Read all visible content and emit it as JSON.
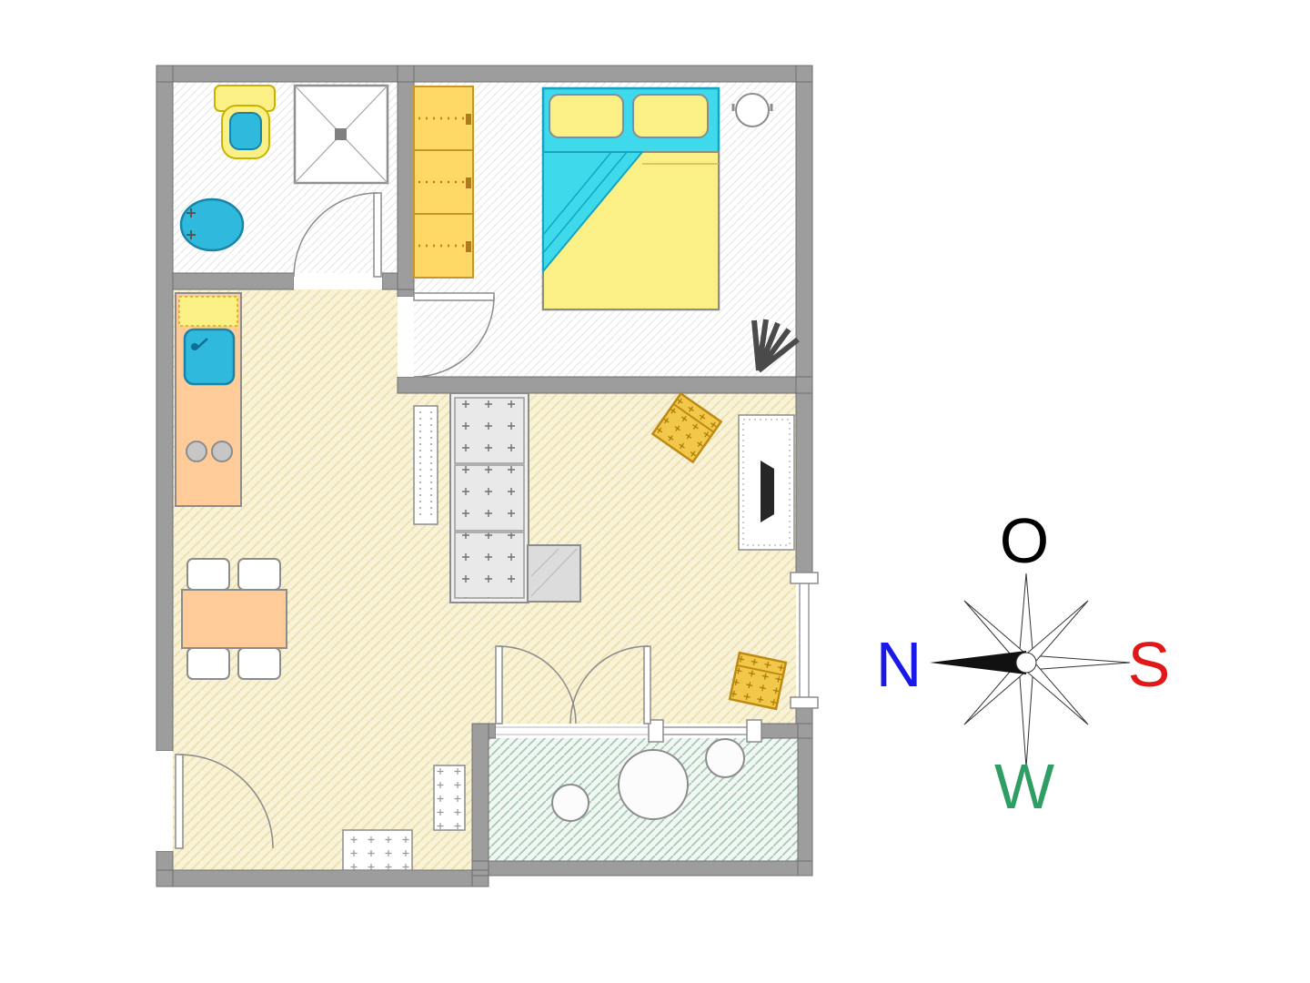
{
  "compass": {
    "top": {
      "label": "O",
      "color": "#000000"
    },
    "left": {
      "label": "N",
      "color": "#1A1AE8"
    },
    "right": {
      "label": "S",
      "color": "#E21717"
    },
    "bottom": {
      "label": "W",
      "color": "#2F9E64"
    }
  },
  "palette": {
    "wall": "#9D9D9D",
    "living_floor": "#F8F2D6",
    "living_hatch": "#EBDFAD",
    "bedroom_floor": "#FFFFFF",
    "bedroom_hatch": "#E8E8E8",
    "balcony_floor": "#F3F7F3",
    "balcony_hatch": "#A6C8B5",
    "bed": "#3FD9EC",
    "pillow": "#FAF086",
    "blanket": "#FAF086",
    "yellow": "#FAF086",
    "wardrobe": "#FFD966",
    "counter": "#FFCC99",
    "table": "#FFCC99",
    "sink": "#2FB9DC",
    "toilet_lid": "#2FB9DC",
    "armchair": "#F2C84B",
    "sofa": "#E9E9E9",
    "monitor": "#262626"
  },
  "plan": {
    "icons": [
      "toilet",
      "shower",
      "washbasin",
      "wardrobe",
      "double-bed",
      "pillow",
      "blanket",
      "bedside-table",
      "plant",
      "kitchen-counter",
      "kitchen-sink",
      "stove-burners",
      "dining-table",
      "dining-chair",
      "bookshelf",
      "sofa",
      "side-table",
      "desk",
      "monitor",
      "armchair",
      "cabinet",
      "sideboard",
      "balcony-table",
      "balcony-chair",
      "door",
      "window",
      "french-doors",
      "compass-rose"
    ]
  }
}
